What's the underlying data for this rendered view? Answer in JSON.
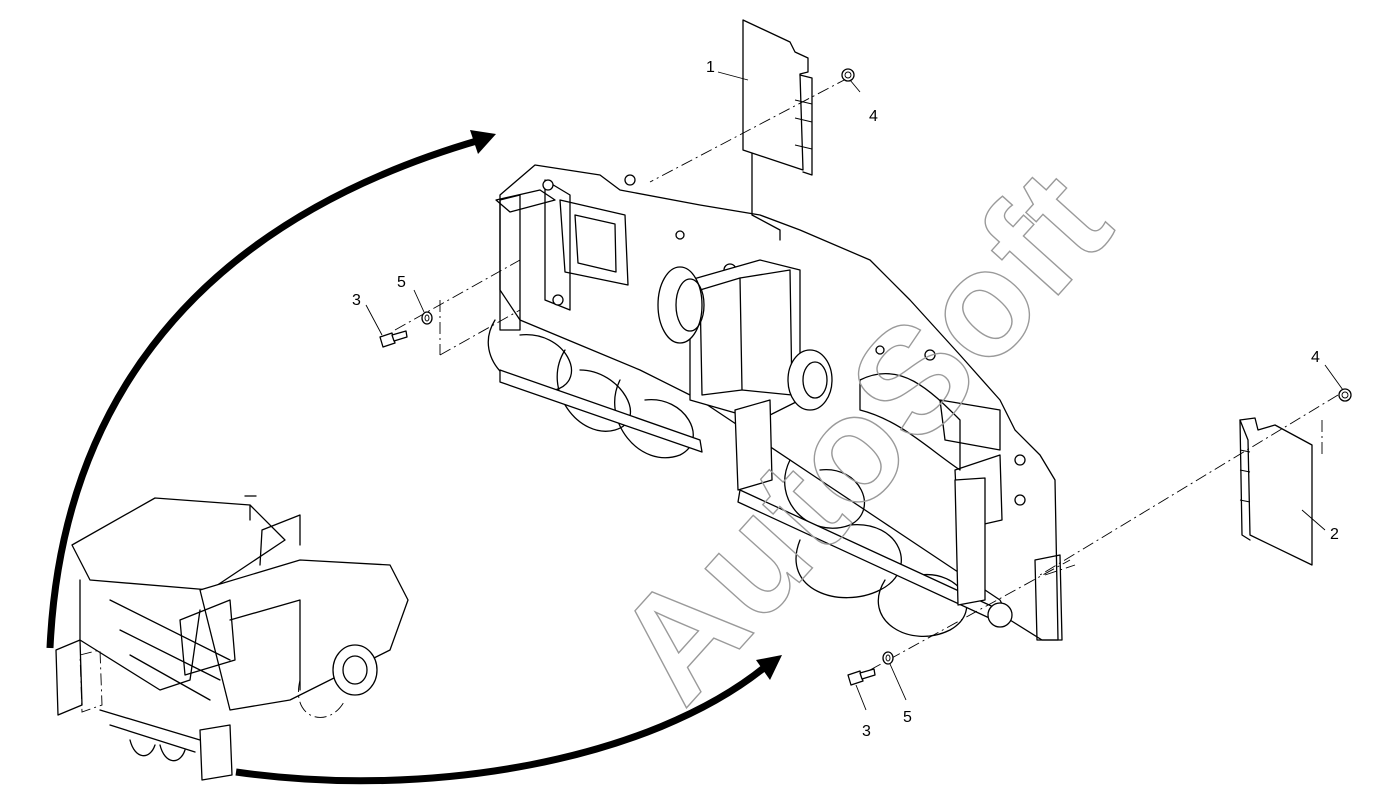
{
  "diagram": {
    "watermark": "AutoSoft",
    "callouts": {
      "c1": "1",
      "c2": "2",
      "c3a": "3",
      "c3b": "3",
      "c4a": "4",
      "c4b": "4",
      "c5a": "5",
      "c5b": "5"
    }
  }
}
